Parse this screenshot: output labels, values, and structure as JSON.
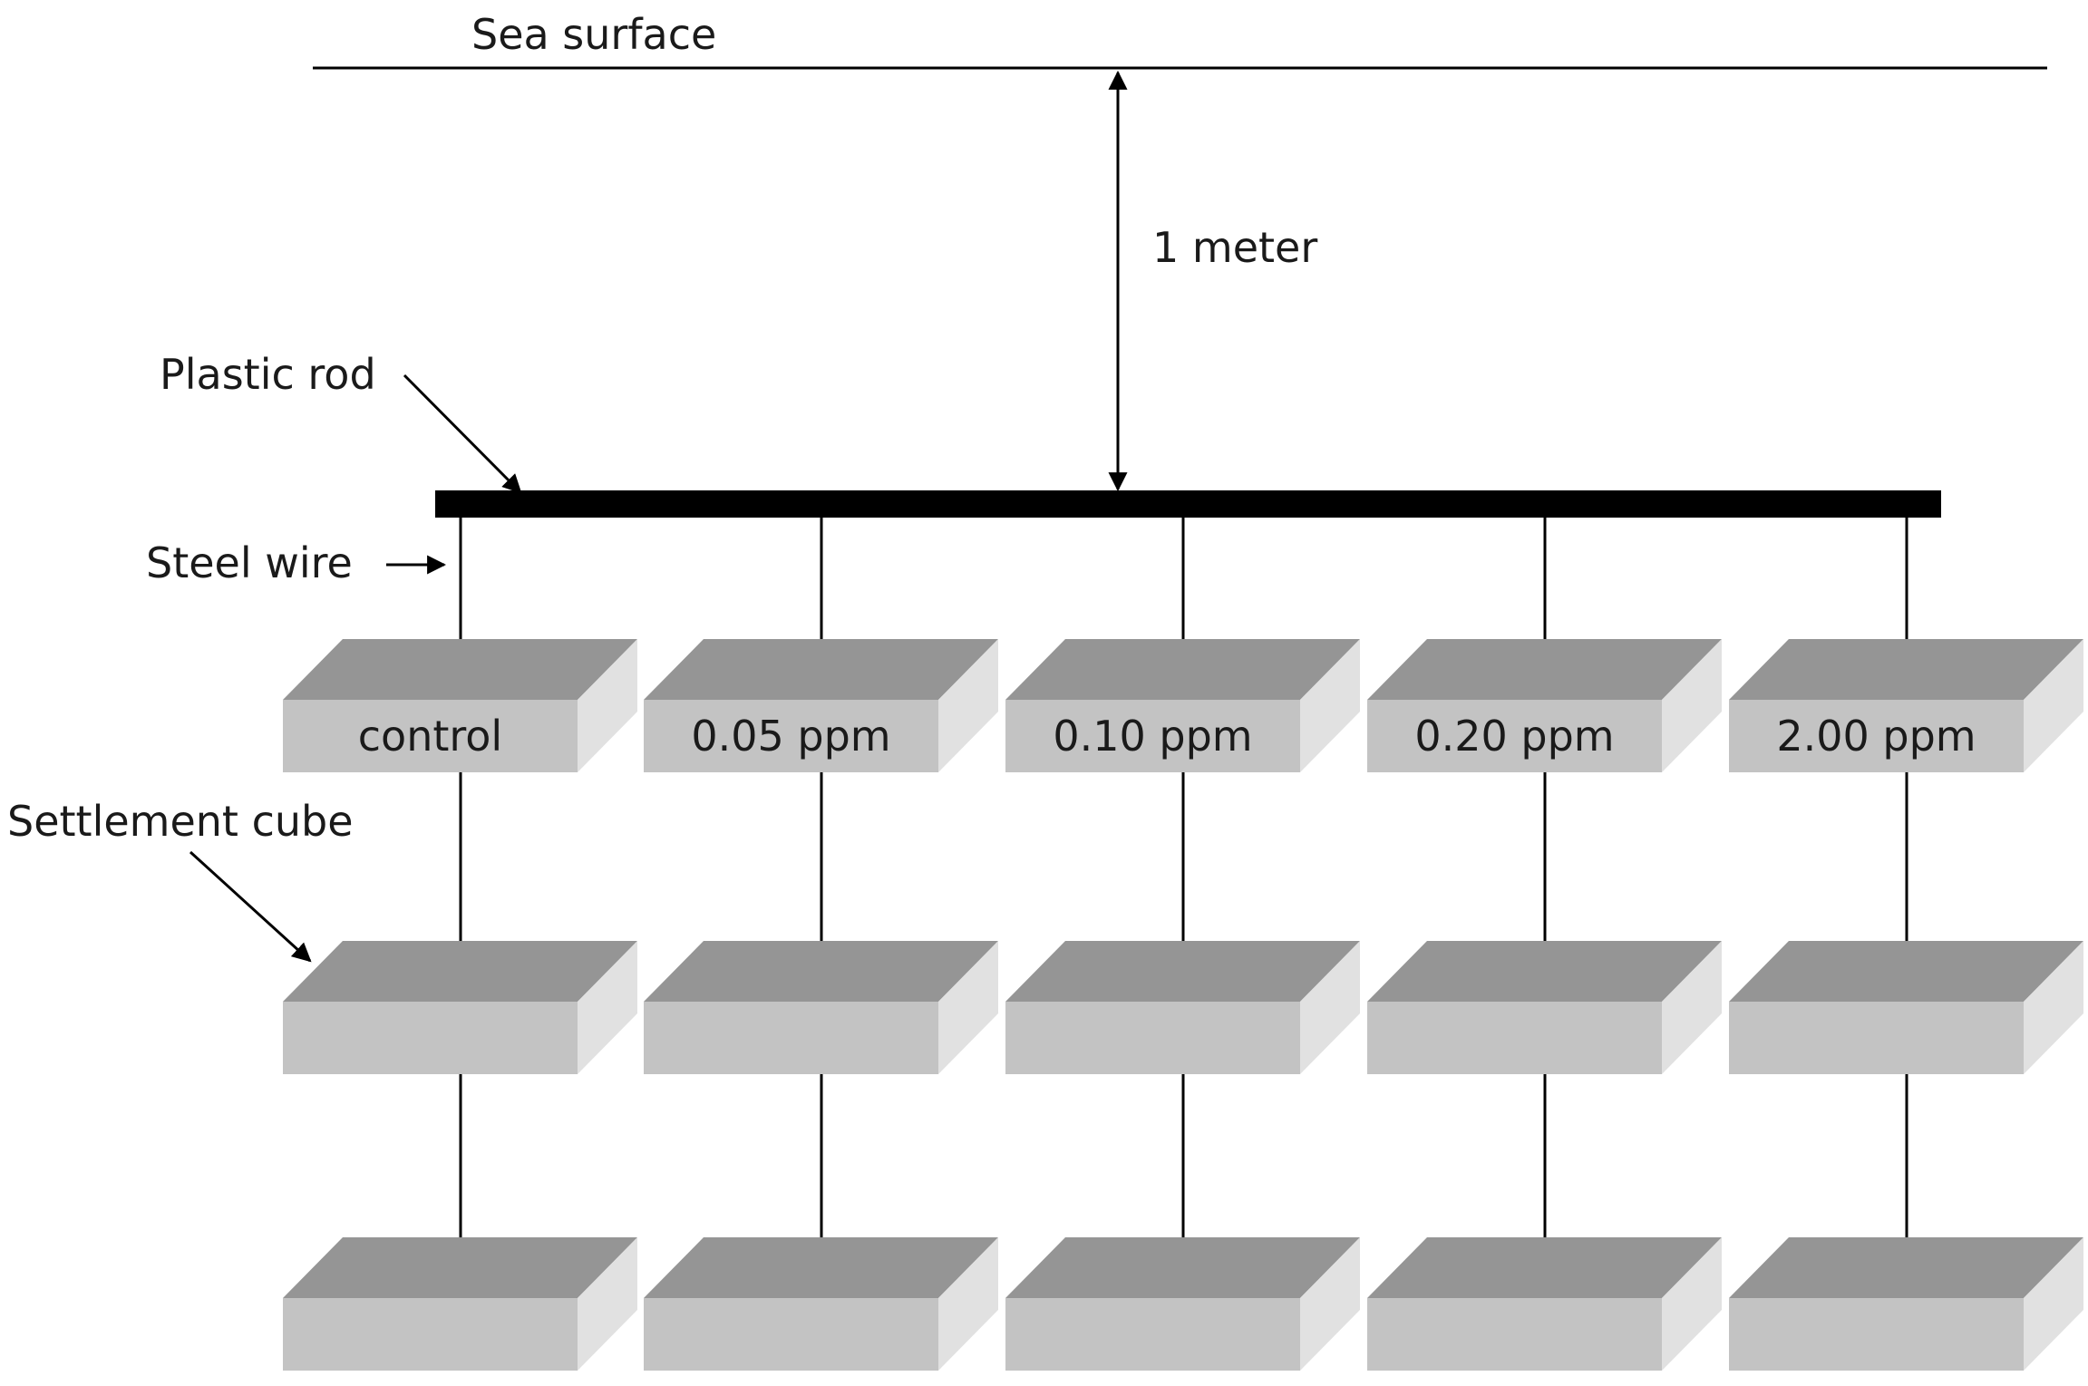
{
  "labels": {
    "sea_surface": "Sea surface",
    "distance": "1 meter",
    "plastic_rod": "Plastic rod",
    "steel_wire": "Steel wire",
    "settlement_cube": "Settlement cube"
  },
  "columns": [
    {
      "treatment": "control"
    },
    {
      "treatment": "0.05 ppm"
    },
    {
      "treatment": "0.10 ppm"
    },
    {
      "treatment": "0.20 ppm"
    },
    {
      "treatment": "2.00 ppm"
    }
  ],
  "cubes_per_column": 3,
  "colors": {
    "cube_top": "#959595",
    "cube_front": "#c3c3c3",
    "cube_side": "#e1e1e1",
    "rod": "#000000",
    "line": "#000000"
  }
}
